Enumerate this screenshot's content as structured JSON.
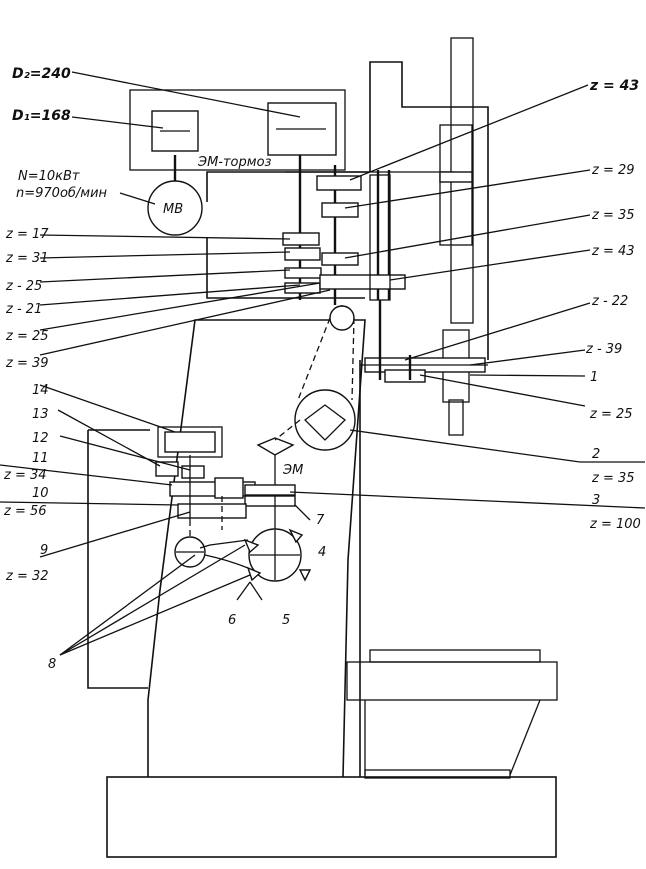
{
  "motor": {
    "pulley_d2": "D₂=240",
    "pulley_d1": "D₁=168",
    "power": "N=10кВт",
    "speed": "n=970об/мин",
    "motor_label": "MB",
    "brake_label": "ЭМ-тормоз"
  },
  "left_gears": [
    "z = 17",
    "z = 31",
    "z - 25",
    "z - 21",
    "z = 25",
    "z = 39"
  ],
  "right_gears": [
    "z = 43",
    "z = 29",
    "z = 35",
    "z = 43",
    "z - 22",
    "z - 39",
    "z = 25"
  ],
  "feed_left_labels": [
    "14",
    "13",
    "12",
    "11",
    "z = 34",
    "10",
    "z = 56",
    "9",
    "z = 32"
  ],
  "feed_right_labels": [
    "2",
    "z = 35",
    "3",
    "z = 100",
    "7",
    "4",
    "5",
    "6",
    "8",
    "1"
  ],
  "clutch_label": "ЭМ"
}
